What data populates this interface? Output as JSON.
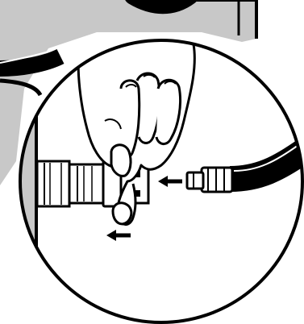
{
  "illustration": {
    "subject": "quick-connect-hose-coupling",
    "colors": {
      "background": "#ffffff",
      "panel_fill": "#c8c8c8",
      "line": "#000000",
      "hose": "#1a1a1a",
      "highlight": "#ffffff"
    },
    "arrows": [
      {
        "name": "insert-plug-arrow",
        "direction": "left"
      },
      {
        "name": "pull-sleeve-arrow",
        "direction": "left"
      }
    ]
  }
}
